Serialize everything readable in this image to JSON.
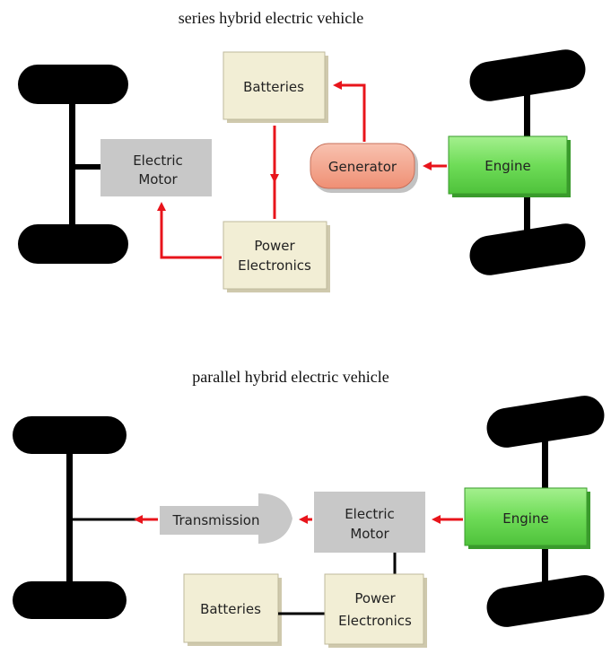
{
  "series": {
    "title": "series hybrid electric vehicle",
    "batteries": "Batteries",
    "electric_motor_line1": "Electric",
    "electric_motor_line2": "Motor",
    "generator": "Generator",
    "engine": "Engine",
    "power_electronics_line1": "Power",
    "power_electronics_line2": "Electronics"
  },
  "parallel": {
    "title": "parallel hybrid electric vehicle",
    "transmission": "Transmission",
    "electric_motor_line1": "Electric",
    "electric_motor_line2": "Motor",
    "engine": "Engine",
    "batteries": "Batteries",
    "power_electronics_line1": "Power",
    "power_electronics_line2": "Electronics"
  },
  "colors": {
    "arrow": "#e8141b",
    "cream_box": "#f2eed5",
    "gray_box": "#c8c8c8",
    "engine_green": "#7ee06a",
    "generator_salmon": "#f3a58e",
    "wheel": "#000000"
  }
}
